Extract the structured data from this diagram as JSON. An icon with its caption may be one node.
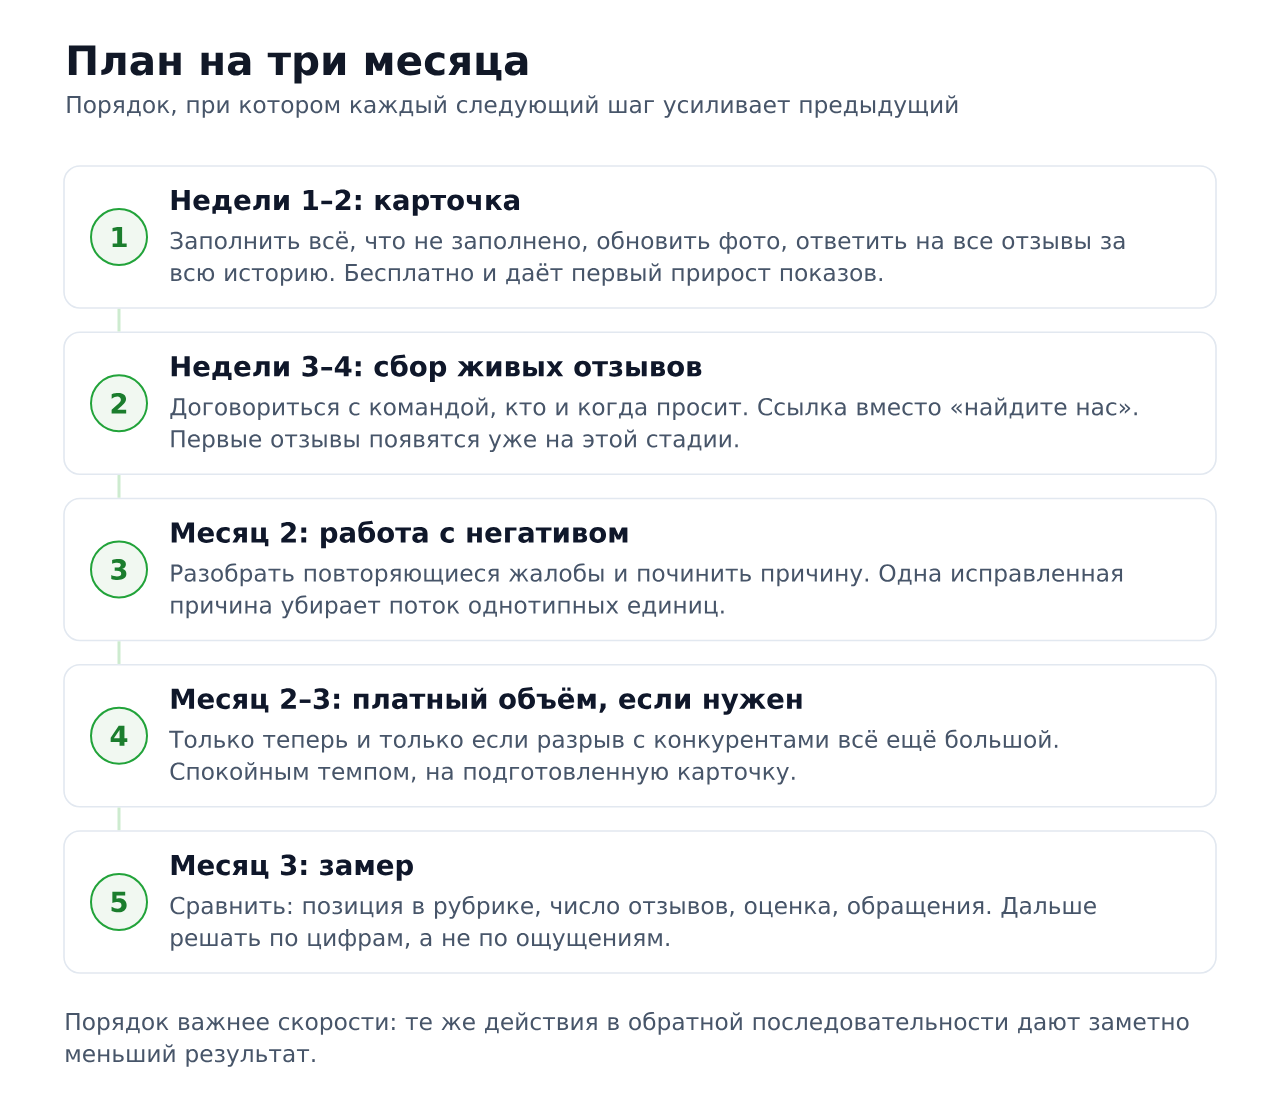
{
  "diagram": {
    "title": "План на три месяца",
    "nodes": [
      {
        "text": [
          "Недели 1–2: карточка",
          "Заполнить всё, что не заполнено, обновить фото, ответить на все отзывы за всю историю. Бесплатно и даёт первый прирост показов."
        ]
      },
      {
        "text": [
          "1"
        ],
        "in": 0
      },
      {
        "text": [
          "Недели 3–4: сбор живых отзывов",
          "Договориться с командой, кто и когда просит. Ссылка вместо «найдите нас». Первые отзывы появятся уже на этой стадии."
        ]
      },
      {
        "text": [
          "2"
        ],
        "in": 2
      },
      {
        "text": [
          "Месяц 2: работа с негативом",
          "Разобрать повторяющиеся жалобы и починить причину. Одна исправленная причина убирает поток однотипных единиц."
        ]
      },
      {
        "text": [
          "3"
        ],
        "in": 4
      },
      {
        "text": [
          "Месяц 2–3: платный объём, если нужен",
          "Только теперь и только если разрыв с конкурентами всё ещё большой. Спокойным темпом, на подготовленную карточку."
        ]
      },
      {
        "text": [
          "4"
        ],
        "in": 6
      },
      {
        "text": [
          "Месяц 3: замер",
          "Сравнить: позиция в рубрике, число отзывов, оценка, обращения. Дальше решать по цифрам, а не по ощущениям."
        ]
      },
      {
        "text": [
          "5"
        ],
        "in": 8
      }
    ],
    "edges": [
      {
        "from": 0,
        "to": 2,
        "arrow": "none"
      },
      {
        "from": 2,
        "to": 4,
        "arrow": "none"
      },
      {
        "from": 4,
        "to": 6,
        "arrow": "none"
      },
      {
        "from": 6,
        "to": 8,
        "arrow": "none"
      }
    ],
    "labels": [
      "Порядок, при котором каждый следующий шаг усиливает предыдущий",
      "Порядок важнее скорости: те же действия в обратной последовательности дают заметно меньший результат."
    ]
  }
}
